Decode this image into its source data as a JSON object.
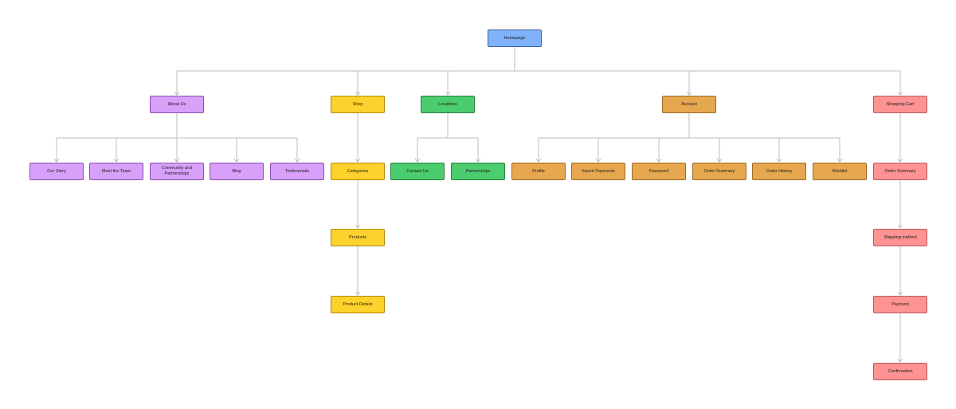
{
  "colors": {
    "homepage": "#80b2fb",
    "about": "#d8a0fa",
    "shop": "#fed22c",
    "locations": "#4bcc6e",
    "account": "#e6a74e",
    "cart": "#ff9393",
    "connector": "#bdbdbd"
  },
  "root": {
    "label": "Homepage"
  },
  "about": {
    "label": "About Us",
    "children": [
      "Our Story",
      "Meet the Team",
      "Community and Partnerships",
      "Blog",
      "Testimonials"
    ]
  },
  "shop": {
    "label": "Shop",
    "chain": [
      "Categories",
      "Products",
      "Product Details"
    ]
  },
  "locations": {
    "label": "Locations",
    "children": [
      "Contact Us",
      "Partnerships"
    ]
  },
  "account": {
    "label": "Account",
    "children": [
      "Profile",
      "Saved Payments",
      "Password",
      "Order Summary",
      "Order History",
      "Wishlist"
    ]
  },
  "cart": {
    "label": "Shopping Cart",
    "chain": [
      "Order Summary",
      "Shipping method",
      "Payment",
      "Confirmation"
    ]
  }
}
